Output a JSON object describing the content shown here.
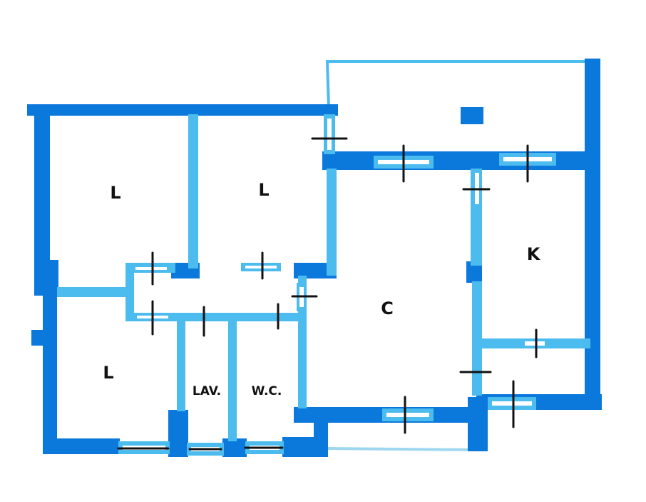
{
  "colors": {
    "outer_wall": "#0b78dc",
    "inner_wall": "#4cbcee",
    "window_frame": "#4cbcee",
    "window_glass": "#ffffff",
    "door_mark": "#111111",
    "label": "#111111",
    "background": "#ffffff"
  },
  "rooms": [
    {
      "id": "bedroom-1",
      "label": "L"
    },
    {
      "id": "bedroom-2",
      "label": "L"
    },
    {
      "id": "bedroom-3",
      "label": "L"
    },
    {
      "id": "laundry",
      "label": "LAV."
    },
    {
      "id": "toilet",
      "label": "W.C."
    },
    {
      "id": "living",
      "label": "C"
    },
    {
      "id": "kitchen",
      "label": "K"
    }
  ]
}
